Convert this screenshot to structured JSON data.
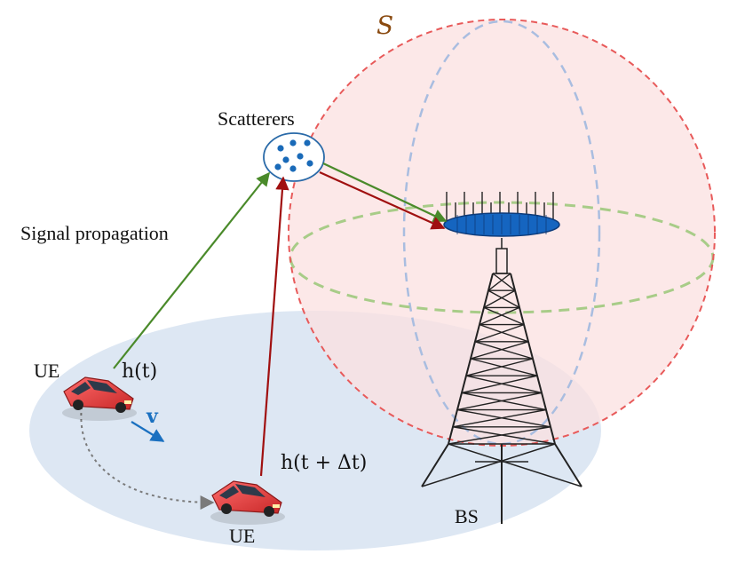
{
  "labels": {
    "sphere": "S",
    "scatterers": "Scatterers",
    "signal_propagation": "Signal propagation",
    "ue_1": "UE",
    "ue_2": "UE",
    "bs": "BS",
    "channel_t": "h(t)",
    "channel_t_dt": "h(t + Δt)",
    "velocity": "v"
  },
  "colors": {
    "sphere_outline": "#e85a5a",
    "sphere_fill": "#fbe4e4",
    "ground_fill": "#dbe6f2",
    "meridian": "#a9bde0",
    "equator": "#a8cc88",
    "green_path": "#4a8a2a",
    "red_path": "#a01010",
    "velocity": "#1a70c0",
    "car": "#e84848",
    "antenna_disk": "#1565c0",
    "tower": "#222222"
  }
}
